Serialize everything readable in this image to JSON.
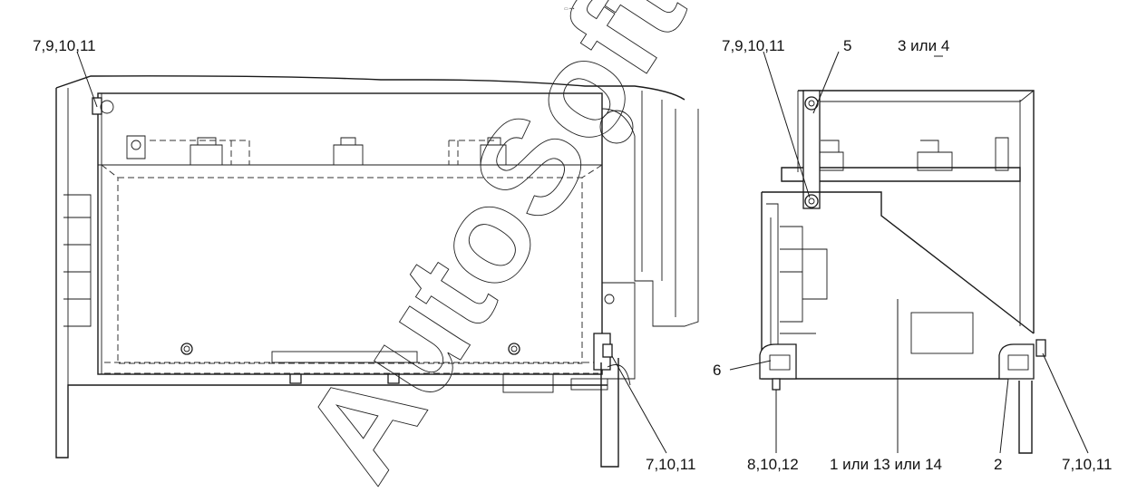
{
  "watermark": "AutoSoft",
  "top_mark": "▭ ▪▪▪",
  "callouts": {
    "tl_7_9_10_11": "7,9,10,11",
    "tr_7_9_10_11": "7,9,10,11",
    "c5": "5",
    "c3_or_4": "3 или 4",
    "c6": "6",
    "bl_7_10_11": "7,10,11",
    "c8_10_12": "8,10,12",
    "c1_13_14": "1 или 13 или 14",
    "c2": "2",
    "br_7_10_11": "7,10,11"
  }
}
